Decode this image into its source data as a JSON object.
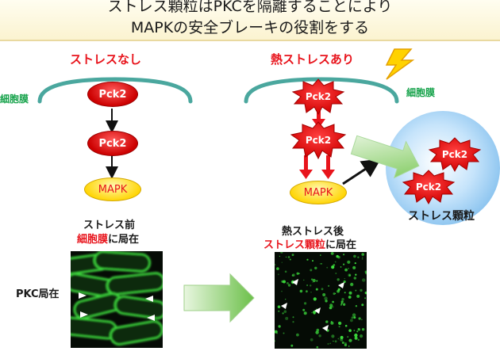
{
  "title": {
    "line1": "ストレス顆粒はPKCを隔離することにより",
    "line2": "MAPKの安全ブレーキの役割をする"
  },
  "left_panel": {
    "heading": "ストレスなし",
    "membrane_label": "細胞膜",
    "nodes": [
      "Pck2",
      "Pck2",
      "MAPK"
    ],
    "caption_top": "ストレス前",
    "caption_highlight": "細胞膜",
    "caption_suffix": "に局在",
    "pkc_label": "PKC局在"
  },
  "right_panel": {
    "heading": "熱ストレスあり",
    "membrane_label": "細胞膜",
    "nodes": [
      "Pck2",
      "Pck2",
      "MAPK"
    ],
    "granule_nodes": [
      "Pck2",
      "Pck2"
    ],
    "granule_label": "ストレス顆粒",
    "caption_top": "熱ストレス後",
    "caption_highlight": "ストレス顆粒",
    "caption_suffix": "に局在"
  },
  "colors": {
    "red": "#e8141c",
    "green_label": "#15a24a",
    "membrane": "#4aa79e",
    "mapk_fill": "#ffd400",
    "granule": "#9fd0f5",
    "arrow_green": "#8fd16a"
  },
  "icons": {
    "heat": "lightning-bolt-icon"
  }
}
